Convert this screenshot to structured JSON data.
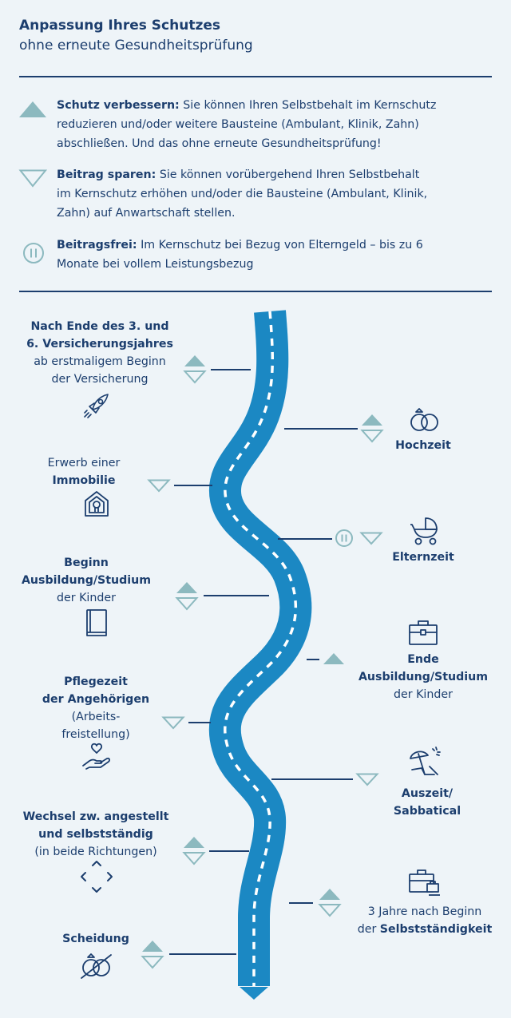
{
  "header": {
    "title": "Anpassung Ihres Schutzes",
    "subtitle": "ohne erneute Gesundheitsprüfung"
  },
  "legend": [
    {
      "icon": "triangle-up-icon",
      "bold": "Schutz verbessern:",
      "text": " Sie können Ihren Selbstbehalt im Kernschutz",
      "line2": "reduzieren und/oder weitere Bausteine (Ambulant, Klinik, Zahn)",
      "line3": "abschließen. Und das ohne erneute Gesundheitsprüfung!"
    },
    {
      "icon": "triangle-down-icon",
      "bold": "Beitrag sparen:",
      "text": " Sie können vorübergehend Ihren Selbstbehalt",
      "line2": "im Kernschutz erhöhen und/oder die Bausteine (Ambulant, Klinik,",
      "line3": "Zahn) auf Anwartschaft stellen."
    },
    {
      "icon": "pause-icon",
      "bold": "Beitragsfrei:",
      "text": " Im Kernschutz bei Bezug von Elterngeld – bis zu 6",
      "line2": "Monate bei vollem Leistungsbezug",
      "line3": ""
    }
  ],
  "events": {
    "e1": {
      "b1": "Nach Ende des 3. und",
      "b2": "6. Versicherungsjahres",
      "n1": "ab erstmaligem Beginn",
      "n2": "der Versicherung",
      "icon": "rocket-icon"
    },
    "e2": {
      "b1": "Hochzeit",
      "icon": "wedding-rings-icon"
    },
    "e3": {
      "n1": "Erwerb einer",
      "b1": "Immobilie",
      "icon": "house-icon"
    },
    "e4": {
      "b1": "Elternzeit",
      "icon": "stroller-icon"
    },
    "e5": {
      "b1": "Beginn",
      "b2": "Ausbildung/Studium",
      "n1": "der Kinder",
      "icon": "book-icon"
    },
    "e6": {
      "b1": "Ende",
      "b2": "Ausbildung/Studium",
      "n1": "der Kinder",
      "icon": "briefcase-icon"
    },
    "e7": {
      "b1": "Pflegezeit",
      "b2": "der Angehörigen",
      "n1": "(Arbeits-",
      "n2": "freistellung)",
      "icon": "care-hand-icon"
    },
    "e8": {
      "b1": "Auszeit/",
      "b2": "Sabbatical",
      "icon": "beach-icon"
    },
    "e9": {
      "b1": "Wechsel zw. angestellt",
      "b2": "und selbstständig",
      "n1": "(in beide Richtungen)",
      "icon": "arrows-icon"
    },
    "e10": {
      "n1": "3 Jahre nach Beginn",
      "n2": "der ",
      "b1": "Selbstständigkeit",
      "icon": "business-tools-icon"
    },
    "e11": {
      "b1": "Scheidung",
      "icon": "broken-rings-icon"
    }
  },
  "colors": {
    "navy": "#1c3e6e",
    "road": "#1d8bc6",
    "triangle": "#8cb9bf",
    "background": "#eef4f8"
  }
}
